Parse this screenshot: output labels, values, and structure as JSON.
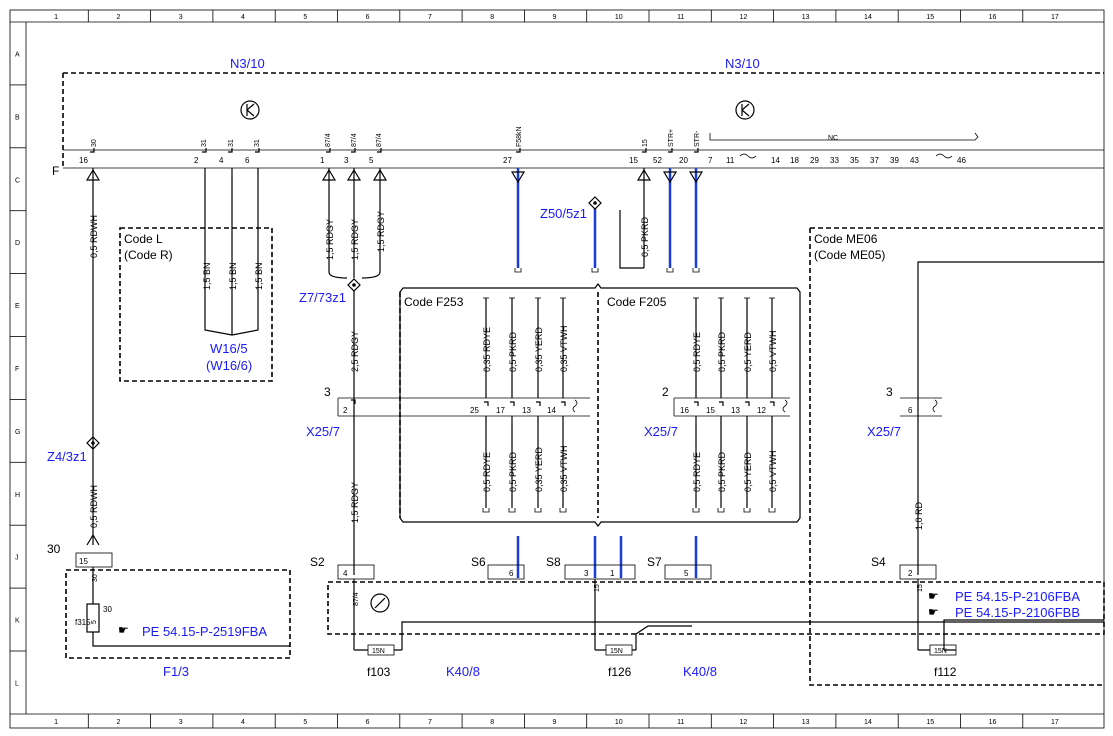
{
  "grid": {
    "columns": [
      "1",
      "2",
      "3",
      "4",
      "5",
      "6",
      "7",
      "8",
      "9",
      "10",
      "11",
      "12",
      "13",
      "14",
      "15",
      "16",
      "17"
    ],
    "rows": [
      "A",
      "B",
      "C",
      "D",
      "E",
      "F",
      "G",
      "H",
      "J",
      "K",
      "L"
    ]
  },
  "modules": {
    "n3_left": "N3/10",
    "n3_right": "N3/10",
    "connector_f": "F"
  },
  "connector_top": {
    "pin_names": [
      "30",
      "31",
      "31",
      "31",
      "87/4",
      "87/4",
      "87/4",
      "F58kN",
      "15",
      "STR+",
      "STR-",
      "NC"
    ],
    "pin_numbers": [
      "16",
      "2",
      "4",
      "6",
      "1",
      "3",
      "5",
      "27",
      "15",
      "52",
      "20",
      "7",
      "11",
      "14",
      "18",
      "29",
      "33",
      "35",
      "37",
      "39",
      "43",
      "46"
    ]
  },
  "wires": {
    "w1": "0,5 RDWH",
    "w1b": "0,5 RDWH",
    "w_bn1": "1,5 BN",
    "w_bn2": "1,5 BN",
    "w_bn3": "1,5 BN",
    "w_rdgy1": "1,5 RDGY",
    "w_rdgy2": "1,5 RDGY",
    "w_rdgy3": "1,5 RDGY",
    "w_rdgy4": "2,5 RDGY",
    "w_rdgy5": "1,5 RDGY",
    "w_pkrd": "0,5 PKRD",
    "f253_top": [
      "0,35 RDYE",
      "0,5 PKRD",
      "0,35 YERD",
      "0,35 VTWH"
    ],
    "f253_bot": [
      "0,5 RDYE",
      "0,5 PKRD",
      "0,35 YERD",
      "0,35 VTWH"
    ],
    "f205_top": [
      "0,5 RDYE",
      "0,5 PKRD",
      "0,5 YERD",
      "0,5 VTWH"
    ],
    "f205_bot": [
      "0,5 RDYE",
      "0,5 PKRD",
      "0,5 YERD",
      "0,5 VTWH"
    ],
    "w_rd": "1,0 RD"
  },
  "labels": {
    "code_l": "Code L",
    "code_r": "(Code R)",
    "w16": "W16/5",
    "w16b": "(W16/6)",
    "z7": "Z7/73z1",
    "z50": "Z50/5z1",
    "z4": "Z4/3z1",
    "code_f253": "Code F253",
    "code_f205": "Code F205",
    "code_me06": "Code ME06",
    "code_me05": "(Code ME05)",
    "x25_a": "X25/7",
    "x25_b": "X25/7",
    "x25_c": "X25/7",
    "num3a": "3",
    "num2": "2",
    "num3b": "3",
    "p2": "2",
    "p25": "25",
    "p17": "17",
    "p13": "13",
    "p14": "14",
    "p16": "16",
    "p15": "15",
    "p13b": "13",
    "p12": "12",
    "p6": "6",
    "s2": "S2",
    "s6": "S6",
    "s8": "S8",
    "s7": "S7",
    "s4": "S4",
    "s2pin": "4",
    "s6pin": "6",
    "s8pin_a": "3",
    "s8pin_b": "1",
    "s7pin": "5",
    "s4pin": "2",
    "f30": "30",
    "f15": "15",
    "f30b": "30",
    "f30c": "30",
    "f5": "5",
    "f315": "f315",
    "pe1": "PE 54.15-P-2519FBA",
    "pe2": "PE 54.15-P-2106FBA",
    "pe3": "PE 54.15-P-2106FBB",
    "f1_3": "F1/3",
    "f103": "f103",
    "f126": "f126",
    "f112": "f112",
    "k40a": "K40/8",
    "k40b": "K40/8",
    "fuse15n": "15N",
    "pin874": "87/4",
    "pin15": "15",
    "pin15b": "15"
  }
}
